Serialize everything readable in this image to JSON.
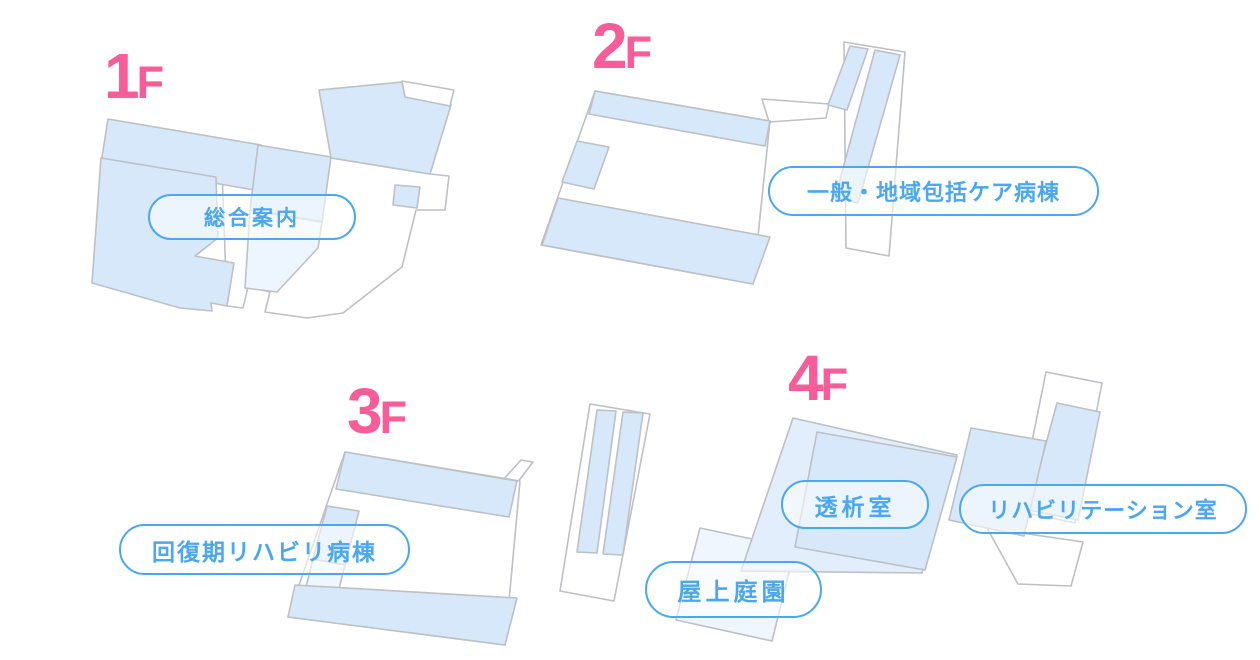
{
  "colors": {
    "accent_pink": "#F85C99",
    "label_blue": "#4AA7F0",
    "floor_fill": "#D6E8FA",
    "floor_fill_medium": "#E2EEFC",
    "floor_fill_light": "#EDF5FE",
    "outline_gray": "#BDC0C4",
    "background": "#FFFFFF"
  },
  "floors": [
    {
      "number": "1",
      "suffix": "F",
      "rooms": [
        {
          "label": "総合案内"
        }
      ]
    },
    {
      "number": "2",
      "suffix": "F",
      "rooms": [
        {
          "label": "一般・地域包括ケア病棟"
        }
      ]
    },
    {
      "number": "3",
      "suffix": "F",
      "rooms": [
        {
          "label": "回復期リハビリ病棟"
        }
      ]
    },
    {
      "number": "4",
      "suffix": "F",
      "rooms": [
        {
          "label": "透析室"
        },
        {
          "label": "リハビリテーション室"
        },
        {
          "label": "屋上庭園"
        }
      ]
    }
  ]
}
